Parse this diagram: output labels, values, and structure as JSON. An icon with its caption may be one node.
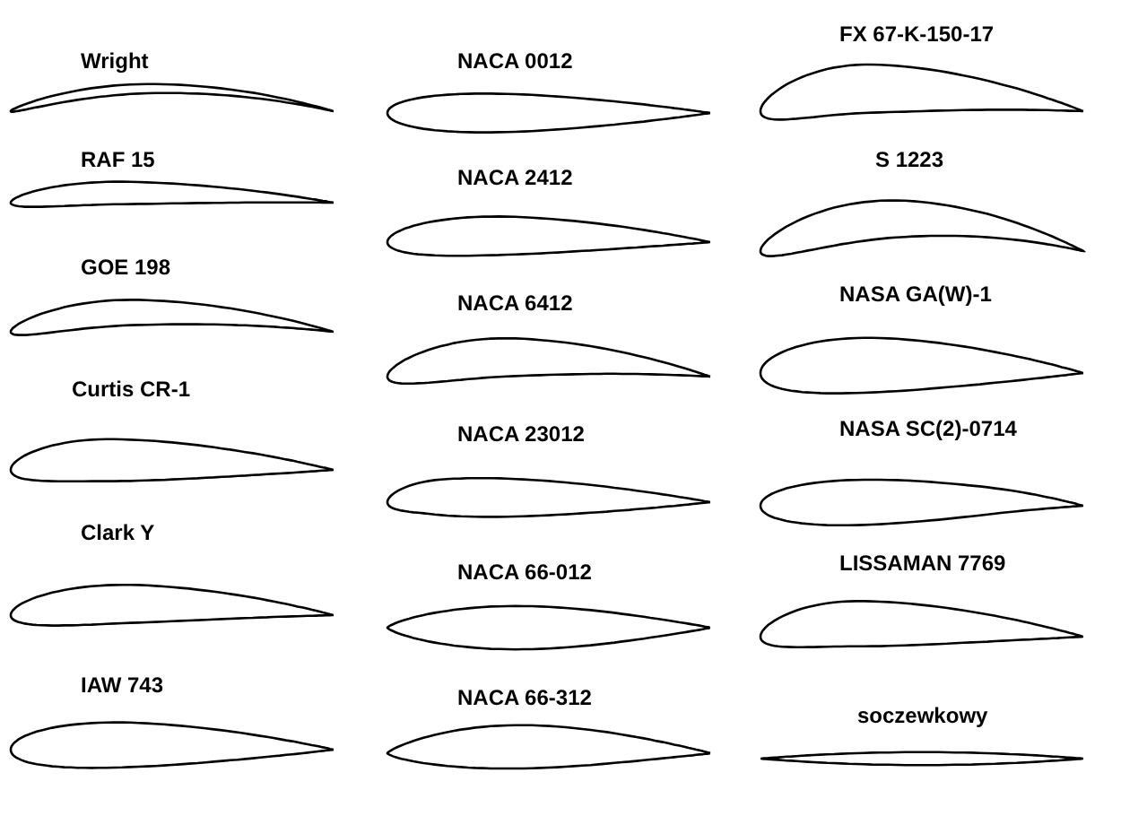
{
  "diagram": {
    "nodes": [
      {
        "text": [
          "Wright"
        ]
      },
      {
        "text": [
          "NACA 0012"
        ]
      },
      {
        "text": [
          "FX 67-K-150-17"
        ]
      },
      {
        "text": [
          "RAF 15"
        ]
      },
      {
        "text": [
          "NACA 2412"
        ]
      },
      {
        "text": [
          "S 1223"
        ]
      },
      {
        "text": [
          "GOE 198"
        ]
      },
      {
        "text": [
          "NACA 6412"
        ]
      },
      {
        "text": [
          "NASA GA(W)-1"
        ]
      },
      {
        "text": [
          "Curtis CR-1"
        ]
      },
      {
        "text": [
          "NACA 23012"
        ]
      },
      {
        "text": [
          "NASA SC(2)-0714"
        ]
      },
      {
        "text": [
          "Clark Y"
        ]
      },
      {
        "text": [
          "NACA 66-012"
        ]
      },
      {
        "text": [
          "LISSAMAN 7769"
        ]
      },
      {
        "text": [
          "IAW 743"
        ]
      },
      {
        "text": [
          "NACA 66-312"
        ]
      },
      {
        "text": [
          "soczewkowy"
        ]
      }
    ]
  }
}
